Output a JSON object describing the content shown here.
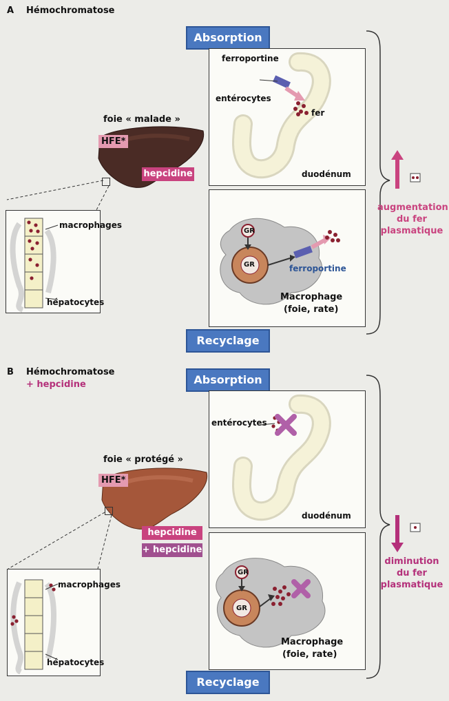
{
  "section_a": {
    "letter": "A",
    "title": "Hémochromatose",
    "liver_label": "foie « malade »",
    "hfe": "HFE*",
    "hepcidine": "hepcidine",
    "inset": {
      "macrophages": "macrophages",
      "hepatocytes": "hépatocytes"
    },
    "absorption": {
      "tag": "Absorption",
      "ferroportine": "ferroportine",
      "enterocytes": "entérocytes",
      "fer": "fer",
      "duodenum": "duodénum"
    },
    "macrophage_panel": {
      "gr": "GR",
      "ferroportine": "ferroportine",
      "macrophage": "Macrophage",
      "organs": "(foie, rate)"
    },
    "recycling_tag": "Recyclage",
    "result": {
      "line1": "augmentation",
      "line2": "du fer",
      "line3": "plasmatique",
      "color": "#c9437f"
    }
  },
  "section_b": {
    "letter": "B",
    "title": "Hémochromatose",
    "subtitle": "+ hepcidine",
    "liver_label": "foie « protégé »",
    "hfe": "HFE*",
    "hepcidine": "hepcidine",
    "hepcidine_plus": "+ hepcidine",
    "inset": {
      "macrophages": "macrophages",
      "hepatocytes": "hépatocytes"
    },
    "absorption": {
      "tag": "Absorption",
      "enterocytes": "entérocytes",
      "duodenum": "duodénum"
    },
    "macrophage_panel": {
      "gr1": "GR",
      "gr2": "GR",
      "macrophage": "Macrophage",
      "organs": "(foie, rate)"
    },
    "recycling_tag": "Recyclage",
    "result": {
      "line1": "diminution",
      "line2": "du fer",
      "line3": "plasmatique",
      "color": "#b4307a"
    }
  },
  "colors": {
    "blue_tag": "#4a78c0",
    "pink": "#e49ab0",
    "magenta": "#c9437f",
    "iron": "#8a2030",
    "ferroportine": "#5b5fb0"
  }
}
